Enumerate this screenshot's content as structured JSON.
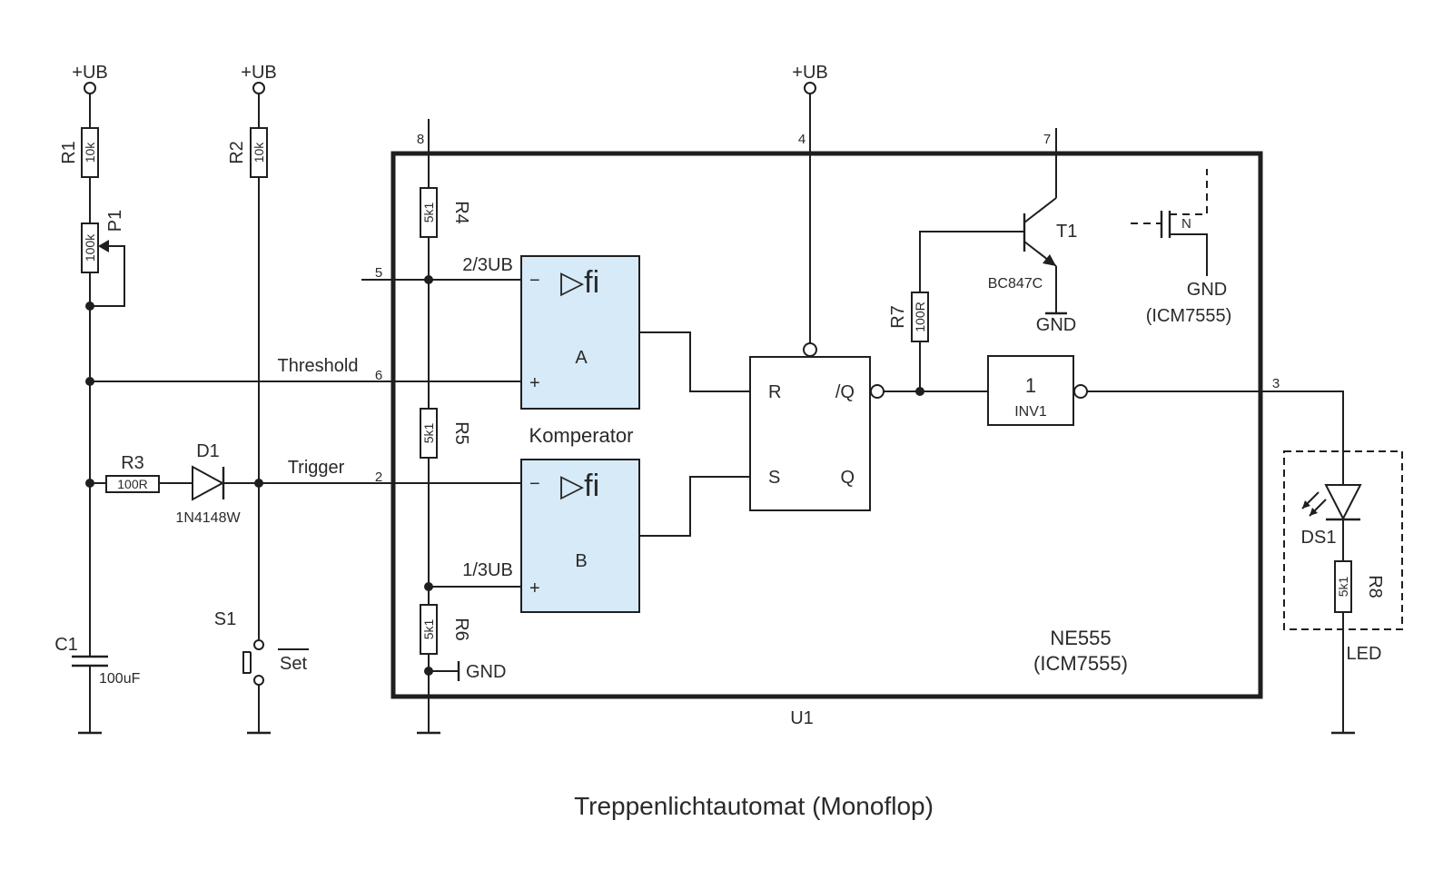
{
  "title": "Treppenlichtautomat (Monoflop)",
  "colors": {
    "comparator_fill": "#d6eaf8",
    "line": "#1f1f1f"
  },
  "supply": {
    "ub": "+UB"
  },
  "components": {
    "r1": {
      "ref": "R1",
      "value": "10k"
    },
    "r2": {
      "ref": "R2",
      "value": "10k"
    },
    "p1": {
      "ref": "P1",
      "value": "100k"
    },
    "r3": {
      "ref": "R3",
      "value": "100R"
    },
    "d1": {
      "ref": "D1",
      "value": "1N4148W"
    },
    "c1": {
      "ref": "C1",
      "value": "100uF"
    },
    "s1": {
      "ref": "S1",
      "value": "Set"
    },
    "r4": {
      "ref": "R4",
      "value": "5k1"
    },
    "r5": {
      "ref": "R5",
      "value": "5k1"
    },
    "r6": {
      "ref": "R6",
      "value": "5k1"
    },
    "r7": {
      "ref": "R7",
      "value": "100R"
    },
    "r8": {
      "ref": "R8",
      "value": "5k1"
    },
    "t1": {
      "ref": "T1",
      "value": "BC847C"
    },
    "ds1": {
      "ref": "DS1",
      "group": "LED"
    },
    "inv1": {
      "symbol": "1",
      "ref": "INV1"
    },
    "u1": {
      "ref": "U1",
      "type": "NE555",
      "alt": "(ICM7555)"
    }
  },
  "nets": {
    "threshold": "Threshold",
    "trigger": "Trigger",
    "gnd": "GND"
  },
  "pins": {
    "p8": "8",
    "p4": "4",
    "p7": "7",
    "p5": "5",
    "p6": "6",
    "p2": "2",
    "p3": "3"
  },
  "comparators": {
    "label": "Komperator",
    "symbol": "▷fi",
    "minus": "−",
    "plus": "+",
    "a": {
      "name": "A",
      "ref_level": "2/3UB"
    },
    "b": {
      "name": "B",
      "ref_level": "1/3UB"
    }
  },
  "flipflop": {
    "r": "R",
    "s": "S",
    "qn": "/Q",
    "q": "Q"
  },
  "mosfet": {
    "type_label": "N",
    "gnd": "GND",
    "variant": "(ICM7555)"
  }
}
